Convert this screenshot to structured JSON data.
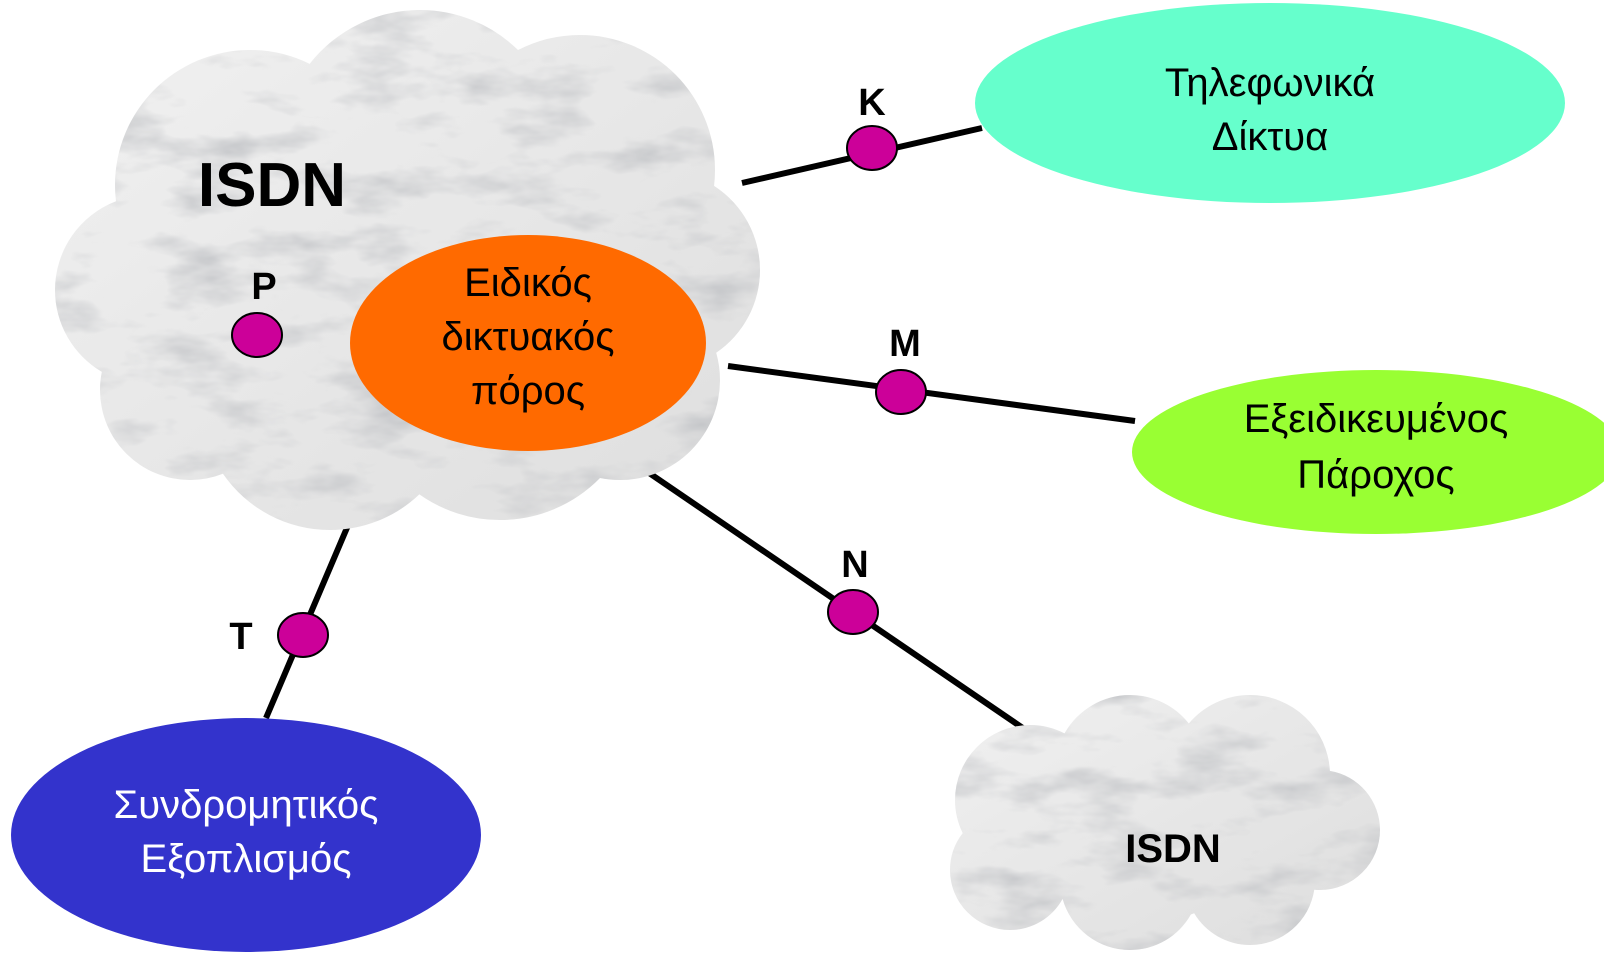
{
  "main_cloud": {
    "label": "ISDN"
  },
  "remote_cloud": {
    "label": "ISDN"
  },
  "gateway": {
    "line1": "Ειδικός",
    "line2": "δικτυακός",
    "line3": "πόρος",
    "color": "#ff6a00"
  },
  "telephone_networks": {
    "line1": "Τηλεφωνικά",
    "line2": "Δίκτυα",
    "color": "#66ffcc"
  },
  "specialized_provider": {
    "line1": "Εξειδικευμένος",
    "line2": "Πάροχος",
    "color": "#99ff33"
  },
  "subscriber_equipment": {
    "line1": "Συνδρομητικός",
    "line2": "Εξοπλισμός",
    "color": "#3333cc"
  },
  "reference_points": {
    "p": "P",
    "k": "K",
    "m": "M",
    "n": "N",
    "t": "T"
  },
  "colors": {
    "reference_point": "#cc0099",
    "line": "#000000",
    "cloud": "#e6e6e6"
  }
}
